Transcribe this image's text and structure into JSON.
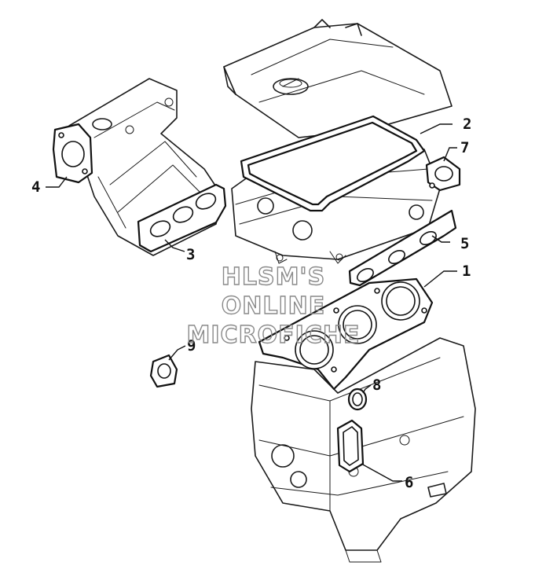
{
  "watermark": {
    "lines": [
      "HLSM'S",
      "ONLINE",
      "MICROFICHE"
    ],
    "color": "#8a8a8a"
  },
  "callouts": [
    {
      "id": "1",
      "part": "cylinder-head-gasket"
    },
    {
      "id": "2",
      "part": "valve-cover-gasket"
    },
    {
      "id": "3",
      "part": "intake-manifold-gasket"
    },
    {
      "id": "4",
      "part": "throttle-body-gasket"
    },
    {
      "id": "5",
      "part": "exhaust-manifold-gasket"
    },
    {
      "id": "6",
      "part": "oil-passage-gasket"
    },
    {
      "id": "7",
      "part": "thermostat-gasket"
    },
    {
      "id": "8",
      "part": "o-ring"
    },
    {
      "id": "9",
      "part": "water-outlet-gasket"
    }
  ]
}
